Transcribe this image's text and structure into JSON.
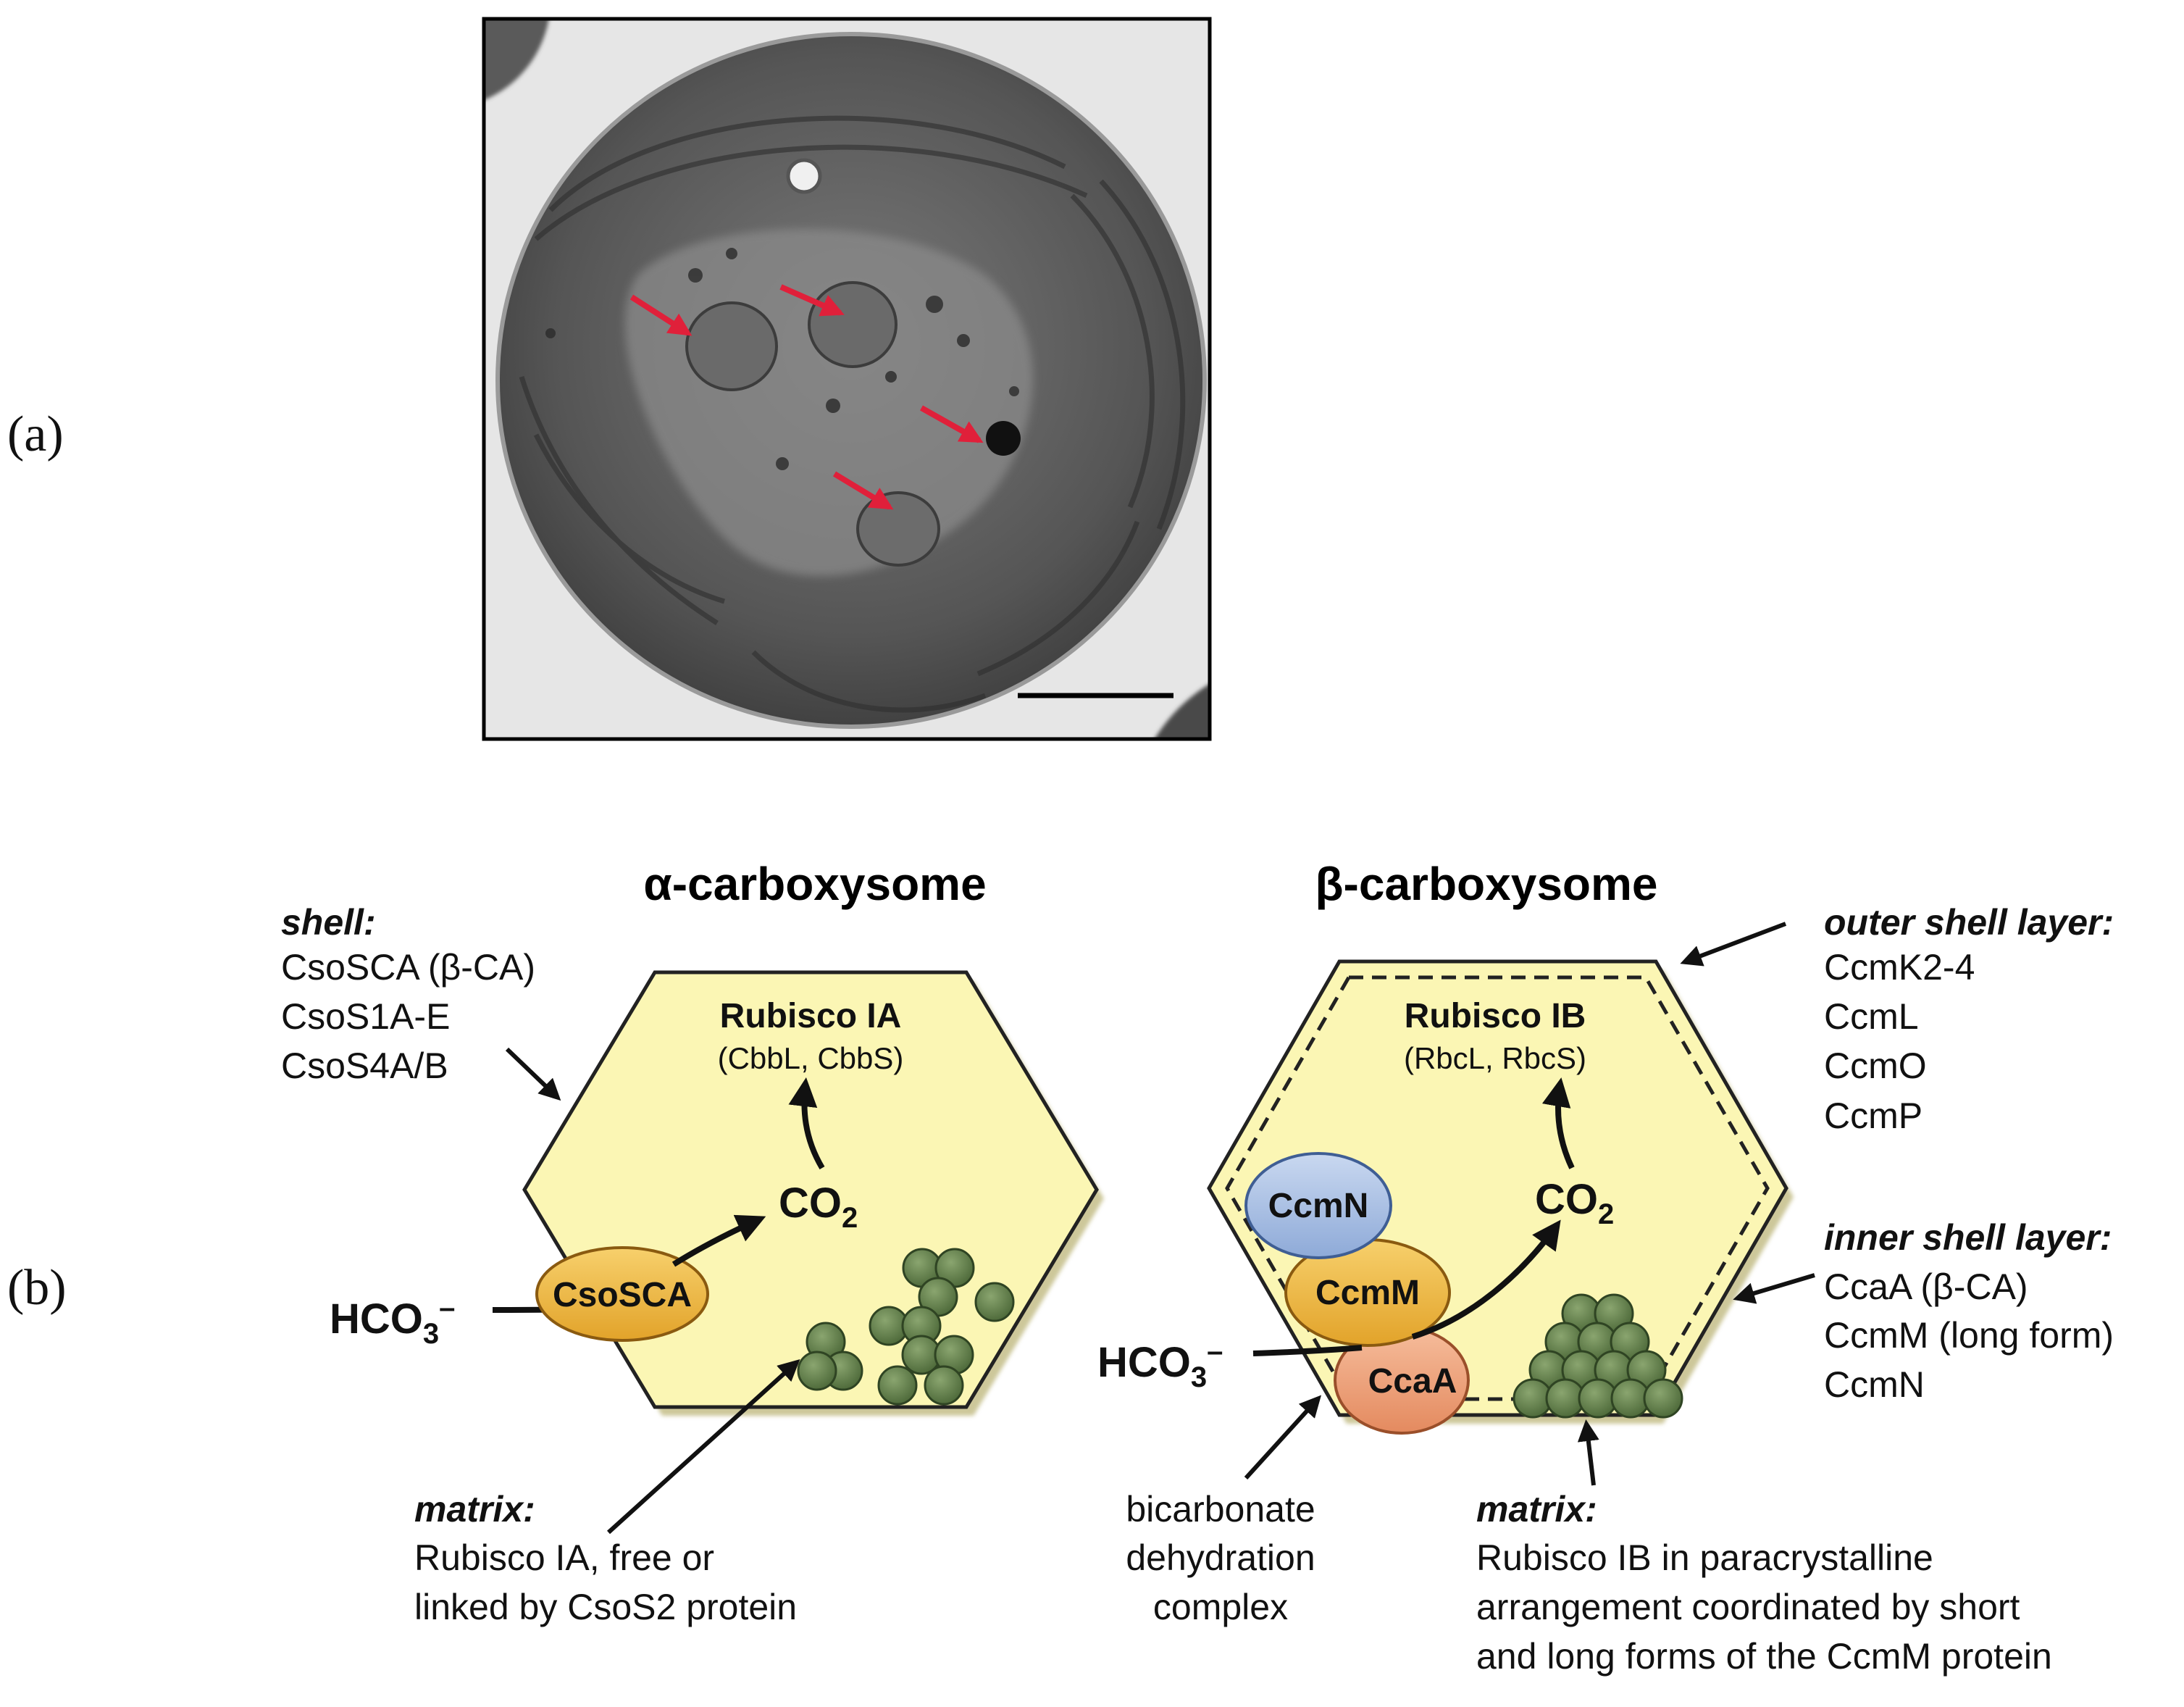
{
  "panels": {
    "a": "(a)",
    "b": "(b)"
  },
  "alpha": {
    "title": "α-carboxysome",
    "rubisco": "Rubisco IA",
    "rubisco_sub": "(CbbL, CbbS)",
    "co2": "CO",
    "co2_sub": "2",
    "hco3": "HCO",
    "hco3_sub": "3",
    "hco3_sup": "–",
    "enzyme": "CsoSCA",
    "shell_heading": "shell:",
    "shell_items": [
      "CsoSCA (β-CA)",
      "CsoS1A-E",
      "CsoS4A/B"
    ],
    "matrix_heading": "matrix:",
    "matrix_lines": [
      "Rubisco IA, free or",
      "linked by CsoS2 protein"
    ]
  },
  "beta": {
    "title": "β-carboxysome",
    "rubisco": "Rubisco IB",
    "rubisco_sub": "(RbcL, RbcS)",
    "co2": "CO",
    "co2_sub": "2",
    "hco3": "HCO",
    "hco3_sub": "3",
    "hco3_sup": "–",
    "enzymes": [
      "CcmN",
      "CcmM",
      "CcaA"
    ],
    "outer_heading": "outer shell layer:",
    "outer_items": [
      "CcmK2-4",
      "CcmL",
      "CcmO",
      "CcmP"
    ],
    "inner_heading": "inner shell layer:",
    "inner_items": [
      "CcaA (β-CA)",
      "CcmM (long form)",
      "CcmN"
    ],
    "complex_lines": [
      "bicarbonate",
      "dehydration",
      "complex"
    ],
    "matrix_heading": "matrix:",
    "matrix_lines": [
      "Rubisco IB in paracrystalline",
      "arrangement coordinated by short",
      "and long forms of the CcmM protein"
    ]
  },
  "colors": {
    "hexagon_fill": "#fbf6b4",
    "granule": "#5f7f48",
    "csosca": "#f2bd44",
    "ccmn": "#a9bfe3",
    "ccaa": "#f0a37c",
    "arrow_red": "#e0203a"
  }
}
